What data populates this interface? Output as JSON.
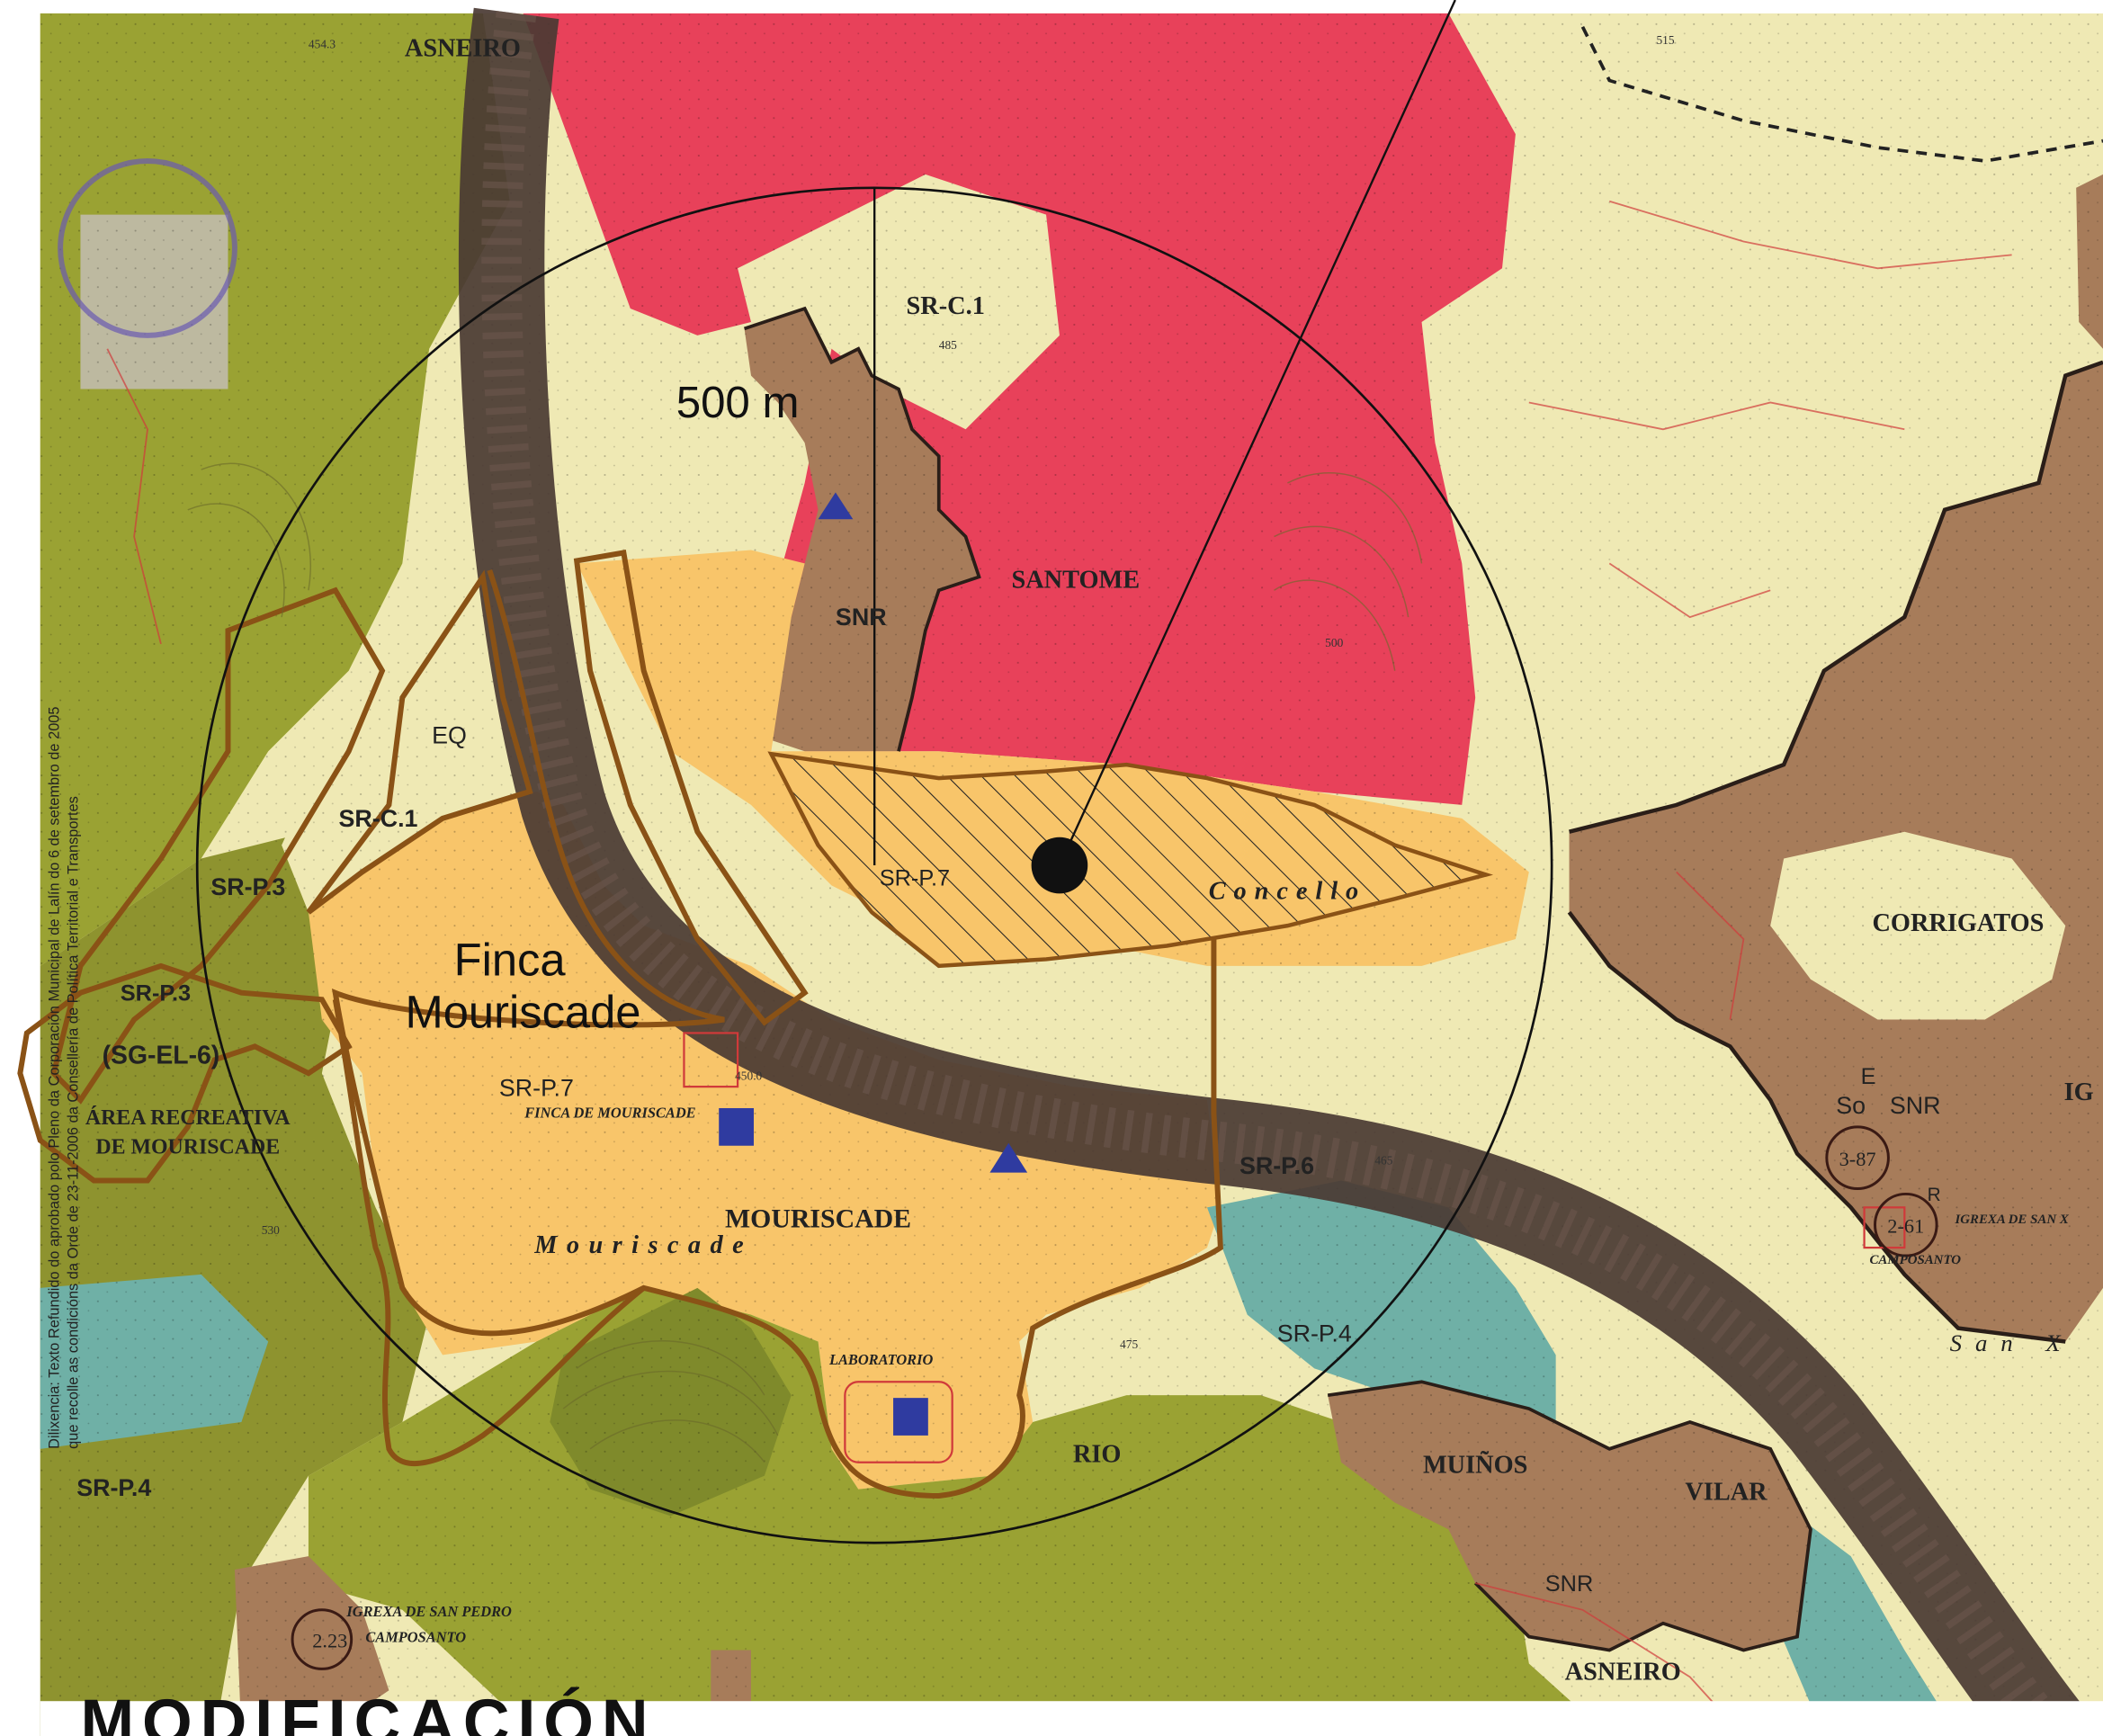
{
  "labels": {
    "asneiro_top": "ASNEIRO",
    "sr_c1_top": "SR-C.1",
    "santome": "SANTOME",
    "snr_center": "SNR",
    "eq": "EQ",
    "sr_c1_left": "SR-C.1",
    "sr_p3_left": "SR-P.3",
    "sr_p3_left2": "SR-P.3",
    "sg_el": "(SG-EL-6)",
    "area_recreativa": "ÁREA RECREATIVA",
    "de_mouriscade": "DE MOURISCADE",
    "sr_p7_hatched": "SR-P.7",
    "concello": "Concello",
    "sr_p7_lower": "SR-P.7",
    "finca_mouriscade_small": "FINCA DE MOURISCADE",
    "mouriscade_caps": "MOURISCADE",
    "mouriscade_italic": "Mouriscade",
    "sr_p6": "SR-P.6",
    "sr_p4_right": "SR-P.4",
    "laboratorio": "LABORATORIO",
    "rio": "RIO",
    "muinos": "MUIÑOS",
    "vilar": "VILAR",
    "snr_bottom": "SNR",
    "asneiro_bottom": "ASNEIRO",
    "corrigatos": "CORRIGATOS",
    "e_label": "E",
    "so_label": "So",
    "snr_right": "SNR",
    "ig_label": "IG",
    "r_label": "R",
    "igrexa_san_x": "IGREXA DE SAN X",
    "camposanto_right": "CAMPOSANTO",
    "san_x": "San X",
    "sr_p4_left": "SR-P.4",
    "igrexa_san_pedro": "IGREXA DE SAN PEDRO",
    "camposanto_left": "CAMPOSANTO",
    "bottom_title": "MODIFICACIÓN"
  },
  "annotations": {
    "radius_label": "500 m",
    "finca_line1": "Finca",
    "finca_line2": "Mouriscade"
  },
  "markers": {
    "circle_3": "3-87",
    "circle_2": "2-61",
    "circle_left": "2.23"
  },
  "stamp": {
    "diligencia": "Dilixencia: Texto Refundido do aprobado polo Pleno da Corporación Municipal de Lalín do 6 de setembro de 2005",
    "diligencia2": "que recolle as condicións da Orde de 23-11-2006 da Consellería de Política Territorial e Transportes"
  },
  "elevations": [
    "454.3",
    "515",
    "450.0",
    "530",
    "475",
    "465",
    "500",
    "485"
  ],
  "colors": {
    "red_zone": "#e8415a",
    "olive": "#9aa233",
    "dark_olive": "#7b7a2c",
    "cream": "#efe9b4",
    "orange": "#f8c56a",
    "brown": "#a77c5a",
    "teal": "#6fb0a6",
    "road": "#4a3a33",
    "outline": "#8a5216"
  }
}
